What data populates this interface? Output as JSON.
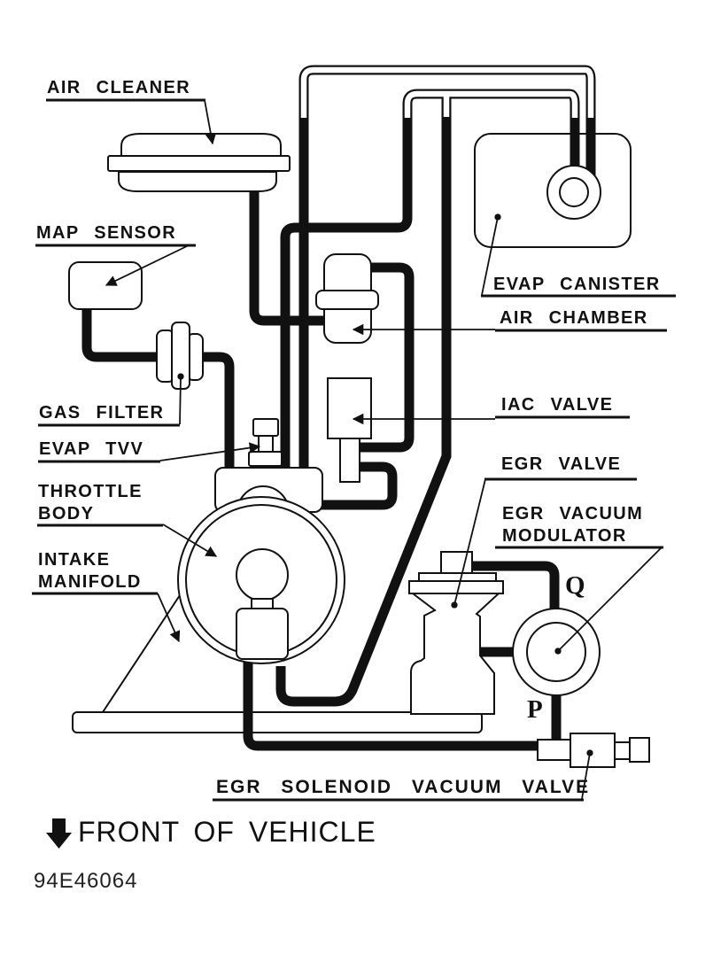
{
  "colors": {
    "ink": "#111111",
    "background": "#ffffff"
  },
  "labels": {
    "air_cleaner": "AIR CLEANER",
    "map_sensor": "MAP SENSOR",
    "gas_filter": "GAS FILTER",
    "evap_tvv": "EVAP TVV",
    "throttle_body_line1": "THROTTLE",
    "throttle_body_line2": "BODY",
    "intake_manifold_line1": "INTAKE",
    "intake_manifold_line2": "MANIFOLD",
    "evap_canister": "EVAP CANISTER",
    "air_chamber": "AIR CHAMBER",
    "iac_valve": "IAC VALVE",
    "egr_valve": "EGR VALVE",
    "egr_vacuum_modulator_line1": "EGR VACUUM",
    "egr_vacuum_modulator_line2": "MODULATOR",
    "egr_solenoid_vacuum_valve": "EGR SOLENOID VACUUM VALVE",
    "port_q": "Q",
    "port_p": "P"
  },
  "footer": {
    "front_of_vehicle": "FRONT OF VEHICLE",
    "figure_code": "94E46064"
  },
  "icons": {
    "front_arrow": "down-arrow-icon"
  }
}
